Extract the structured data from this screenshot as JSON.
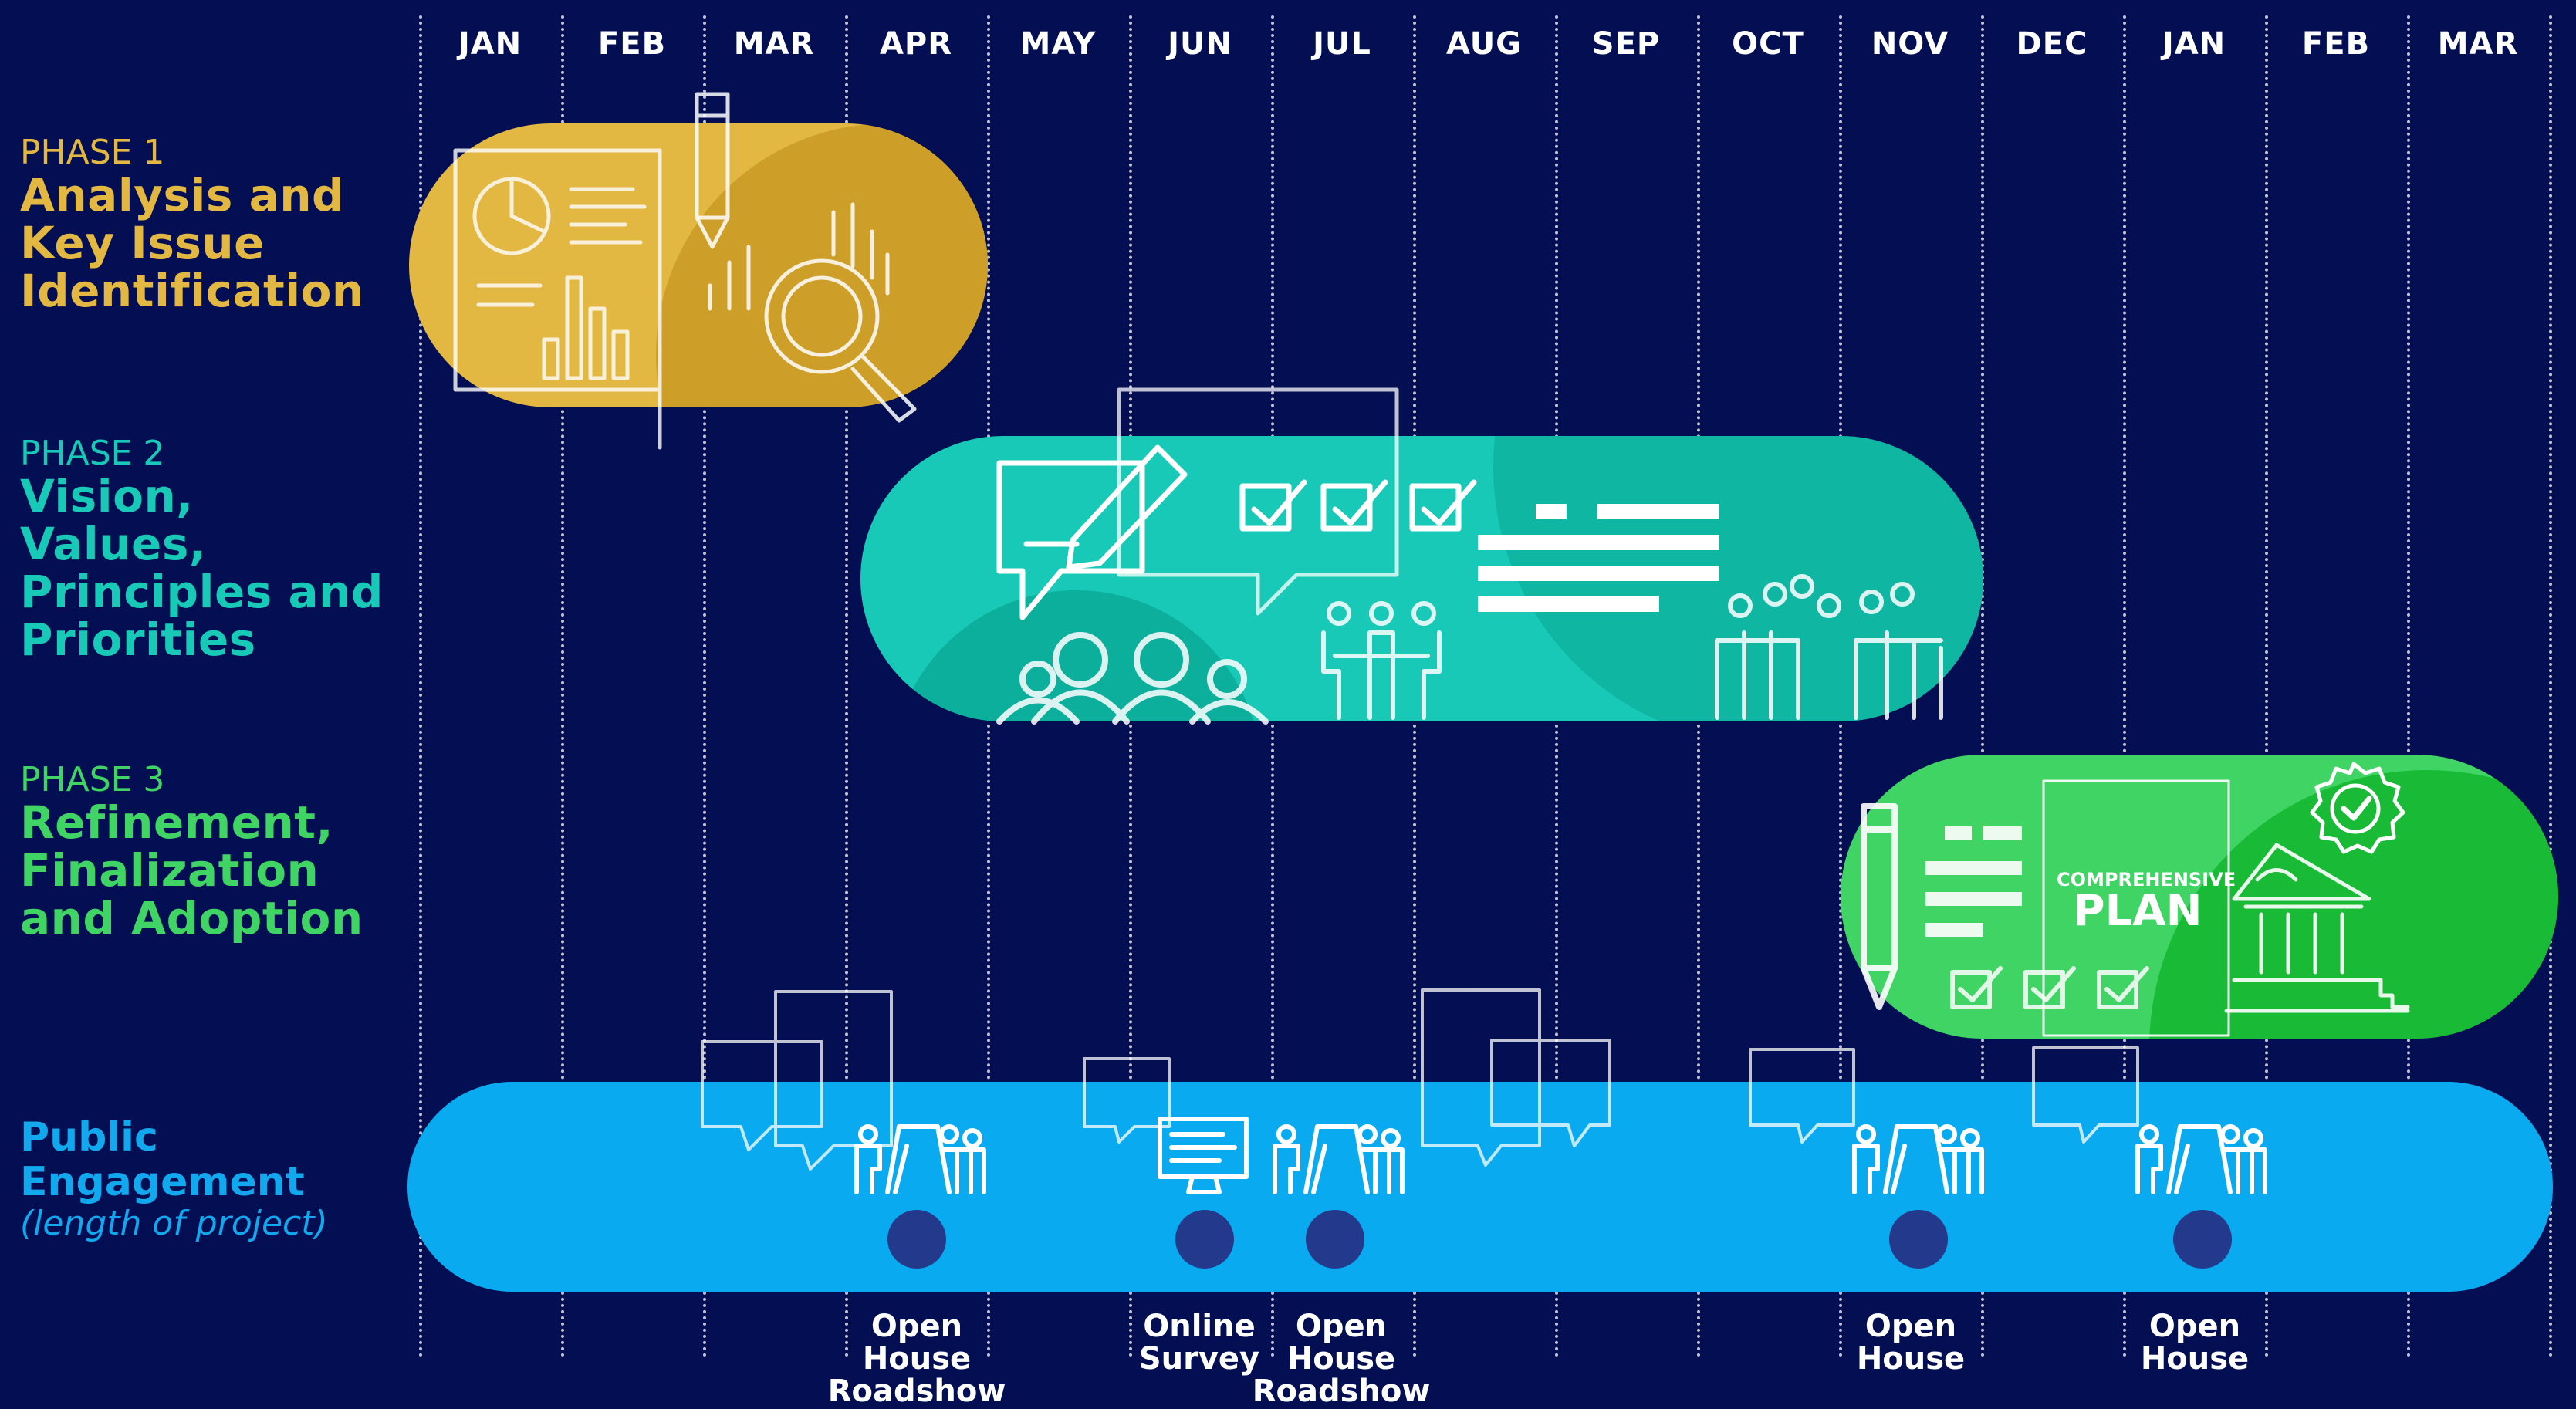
{
  "timeline": {
    "months": [
      "JAN",
      "FEB",
      "MAR",
      "APR",
      "MAY",
      "JUN",
      "JUL",
      "AUG",
      "SEP",
      "OCT",
      "NOV",
      "DEC",
      "JAN",
      "FEB",
      "MAR"
    ]
  },
  "phases": [
    {
      "number": "PHASE 1",
      "title": "Analysis and\nKey Issue\nIdentification",
      "color": "#e2b842"
    },
    {
      "number": "PHASE 2",
      "title": "Vision,\nValues,\nPrinciples and\nPriorities",
      "color": "#17c9b6"
    },
    {
      "number": "PHASE 3",
      "title": "Refinement,\nFinalization\nand Adoption",
      "color": "#3fd463"
    }
  ],
  "public_engagement": {
    "title": "Public\nEngagement",
    "subtitle": "(length of project)",
    "color": "#0aaaf0"
  },
  "events": [
    {
      "label": "Open\nHouse\nRoadshow"
    },
    {
      "label": "Online\nSurvey"
    },
    {
      "label": "Open\nHouse\nRoadshow"
    },
    {
      "label": "Open\nHouse"
    },
    {
      "label": "Open\nHouse"
    }
  ],
  "plan_card": {
    "line1": "COMPREHENSIVE",
    "line2": "PLAN"
  }
}
